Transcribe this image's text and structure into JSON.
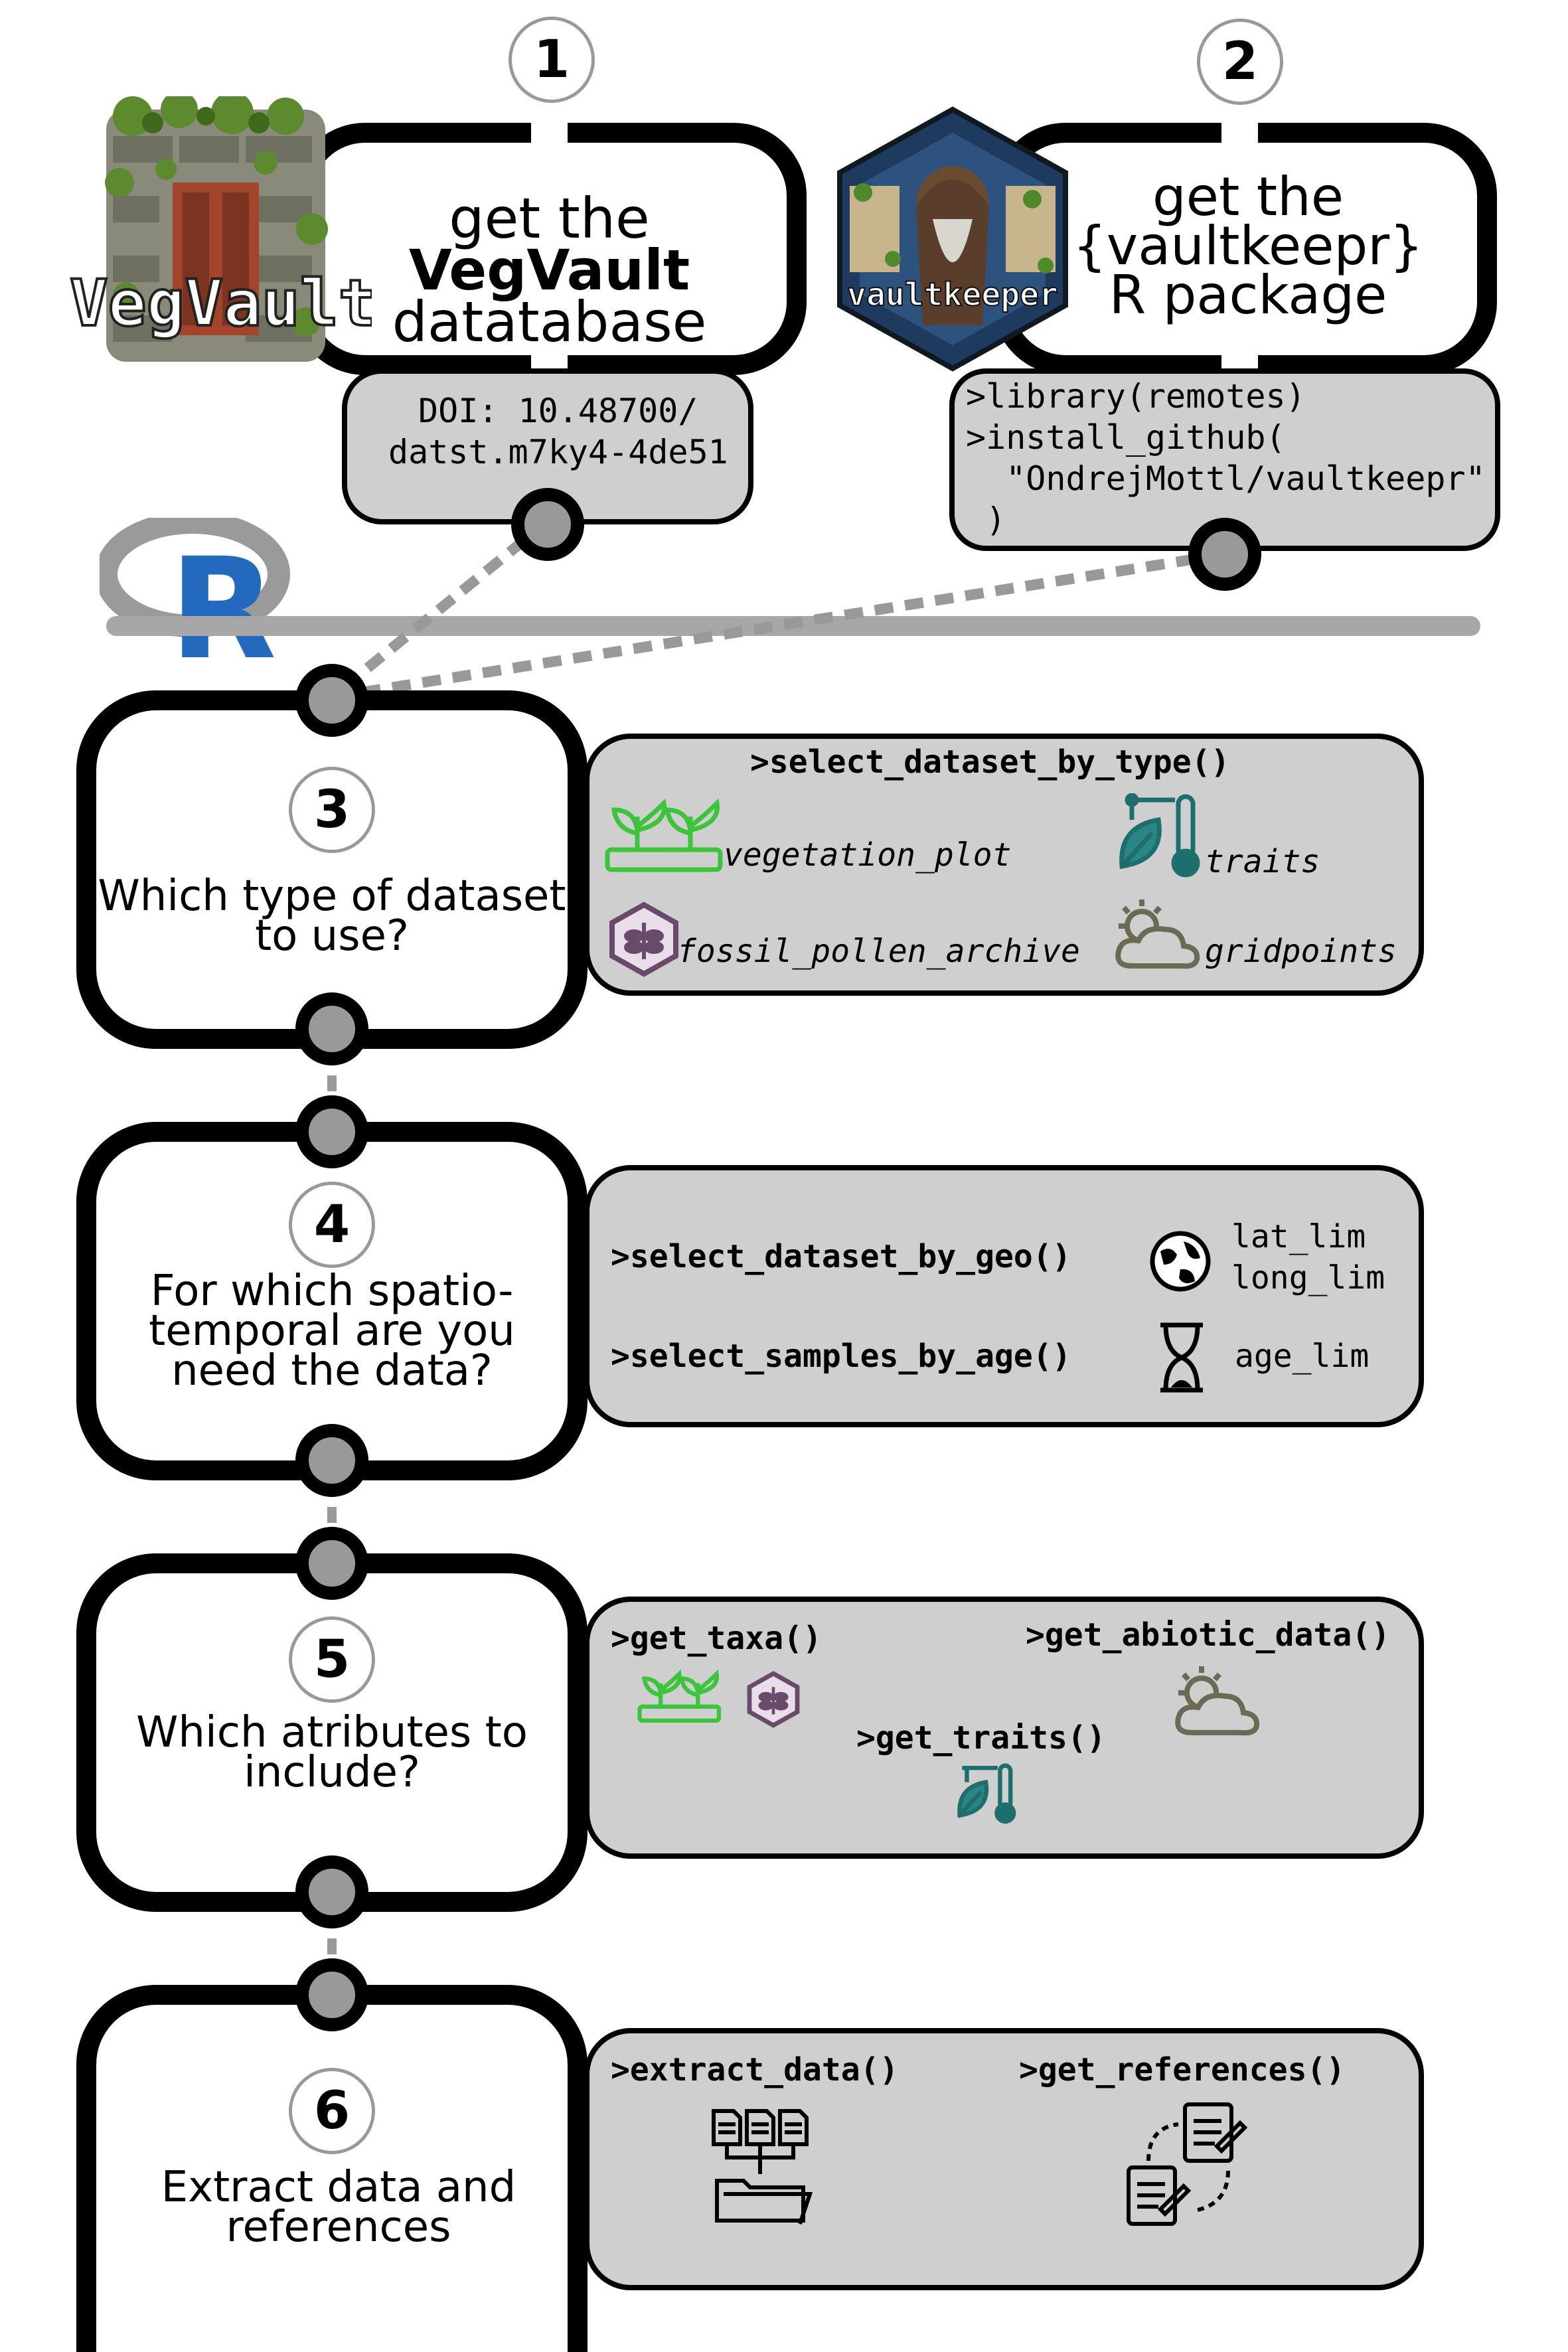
{
  "step1": {
    "number": "1",
    "title_prefix": "get the ",
    "title_bold": "VegVault",
    "title_line2": "datatabase",
    "logo_text": "VegVault",
    "doi_line1": "DOI: 10.48700/",
    "doi_line2": "datst.m7ky4-4de51"
  },
  "step2": {
    "number": "2",
    "title_line1": "get the",
    "title_line2": "{vaultkeepr}",
    "title_line3": "R package",
    "logo_text": "vaultkeeper",
    "code": [
      ">library(remotes)",
      ">install_github(",
      "  \"OndrejMottl/vaultkeepr\"",
      " )"
    ]
  },
  "r_logo": {
    "letter": "R"
  },
  "step3": {
    "number": "3",
    "question_line1": "Which type of dataset",
    "question_line2": "to use?",
    "function": ">select_dataset_by_type()",
    "types": [
      "vegetation_plot",
      "traits",
      "fossil_pollen_archive",
      "gridpoints"
    ]
  },
  "step4": {
    "number": "4",
    "question_line1": "For which spatio-",
    "question_line2": "temporal are you",
    "question_line3": "need the data?",
    "function_geo": ">select_dataset_by_geo()",
    "function_age": ">select_samples_by_age()",
    "geo_args": [
      "lat_lim",
      "long_lim"
    ],
    "age_arg": "age_lim"
  },
  "step5": {
    "number": "5",
    "question_line1": "Which atributes to",
    "question_line2": "include?",
    "function_taxa": ">get_taxa()",
    "function_abiotic": ">get_abiotic_data()",
    "function_traits": ">get_traits()"
  },
  "step6": {
    "number": "6",
    "question_line1": "Extract data and",
    "question_line2": "references",
    "function_extract": ">extract_data()",
    "function_refs": ">get_references()"
  },
  "colors": {
    "vegetation": "#3cc43c",
    "traits": "#1f6e6e",
    "fossil": "#6a4a6a",
    "gridpoints": "#6b6b55",
    "panel": "#cfcfcf",
    "r_blue": "#2369bd",
    "connector": "#999999"
  },
  "icons": [
    "vegetation-plot-icon",
    "traits-icon",
    "fossil-pollen-icon",
    "gridpoints-icon",
    "globe-icon",
    "hourglass-icon",
    "files-folder-icon",
    "references-icon"
  ]
}
